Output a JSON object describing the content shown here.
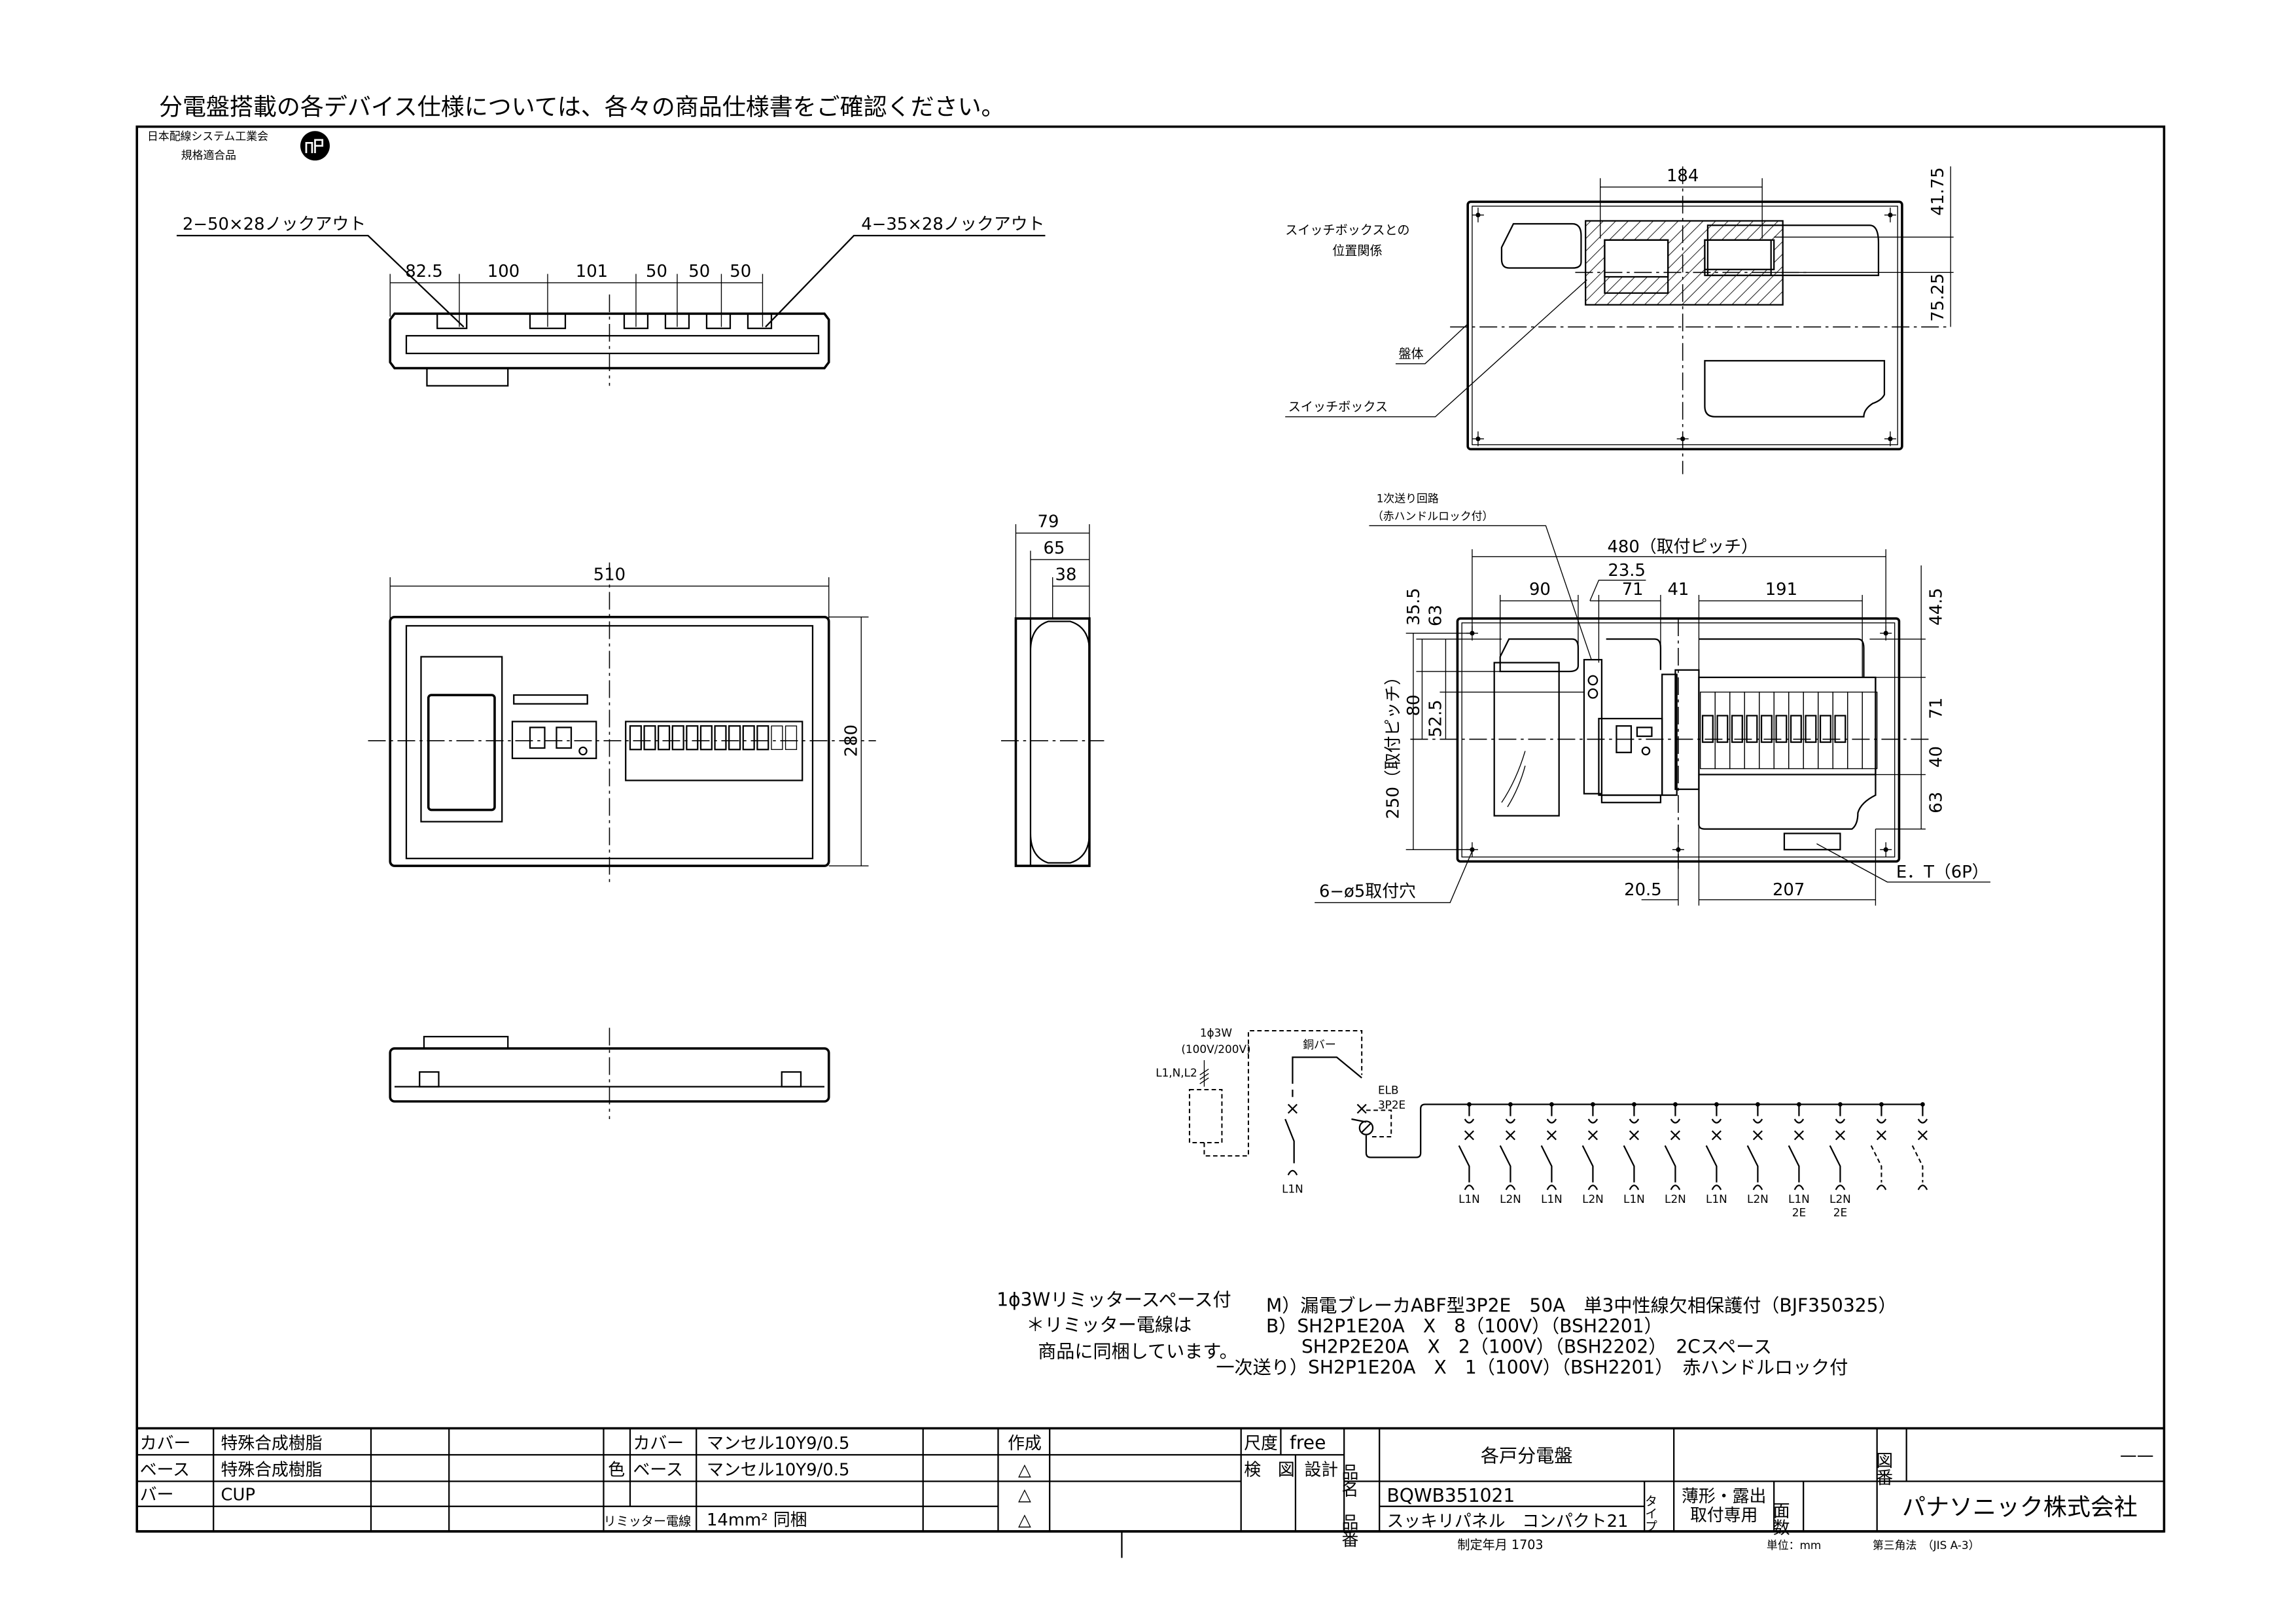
{
  "header_note": "分電盤搭載の各デバイス仕様については、各々の商品仕様書をご確認ください。",
  "logo": {
    "line1": "日本配線システム工業会",
    "line2": "規格適合品"
  },
  "top_view": {
    "knockout_left": "2−50×28ノックアウト",
    "knockout_right": "4−35×28ノックアウト",
    "dims": [
      "82.5",
      "100",
      "101",
      "50",
      "50",
      "50"
    ]
  },
  "front_view": {
    "width": "510",
    "height": "280"
  },
  "side_view": {
    "dims": [
      "79",
      "65",
      "38"
    ]
  },
  "switchbox_view": {
    "label_relation_1": "スイッチボックスとの",
    "label_relation_2": "位置関係",
    "label_body": "盤体",
    "label_switchbox": "スイッチボックス",
    "dim_width": "184",
    "dim_top": "41.75",
    "dim_mid": "75.25"
  },
  "internal_view": {
    "circuit_label_1": "1次送り回路",
    "circuit_label_2": "（赤ハンドルロック付）",
    "pitch_h": "480（取付ピッチ）",
    "dim_23_5": "23.5",
    "top_dims": [
      "90",
      "71",
      "41",
      "191"
    ],
    "left_dims": [
      "35.5",
      "63",
      "80",
      "52.5"
    ],
    "pitch_v": "250（取付ピッチ）",
    "right_dims": [
      "44.5",
      "71",
      "40",
      "63"
    ],
    "bottom_dims": [
      "20.5",
      "207"
    ],
    "holes": "6−ø5取付穴",
    "earth_terminal": "E．T（6P）"
  },
  "wiring": {
    "supply_1": "1ϕ3W",
    "supply_2": "(100V/200V)",
    "lines": "L1,N,L2",
    "copper_bar": "銅バー",
    "elb_1": "ELB",
    "elb_2": "3P2E",
    "first_circuit": "L1N",
    "branches": [
      {
        "label": "L1N",
        "sub": ""
      },
      {
        "label": "L2N",
        "sub": ""
      },
      {
        "label": "L1N",
        "sub": ""
      },
      {
        "label": "L2N",
        "sub": ""
      },
      {
        "label": "L1N",
        "sub": ""
      },
      {
        "label": "L2N",
        "sub": ""
      },
      {
        "label": "L1N",
        "sub": ""
      },
      {
        "label": "L2N",
        "sub": ""
      },
      {
        "label": "L1N",
        "sub": "2E"
      },
      {
        "label": "L2N",
        "sub": "2E"
      },
      {
        "label": "",
        "sub": "",
        "space": true
      },
      {
        "label": "",
        "sub": "",
        "space": true
      }
    ]
  },
  "notes": {
    "left": [
      "1ϕ3Wリミッタースペース付",
      "＊リミッター電線は",
      "商品に同梱しています。"
    ],
    "spec": [
      "M）漏電ブレーカABF型3P2E　50A　単3中性線欠相保護付（BJF350325）",
      "B）SH2P1E20A　X　8（100V）（BSH2201）",
      "SH2P2E20A　X　2（100V）（BSH2202）　2Cスペース",
      "一次送り）SH2P1E20A　X　1（100V）（BSH2201）　赤ハンドルロック付"
    ]
  },
  "title_block": {
    "materials": [
      {
        "part": "カバー",
        "material": "特殊合成樹脂"
      },
      {
        "part": "ベース",
        "material": "特殊合成樹脂"
      },
      {
        "part": "バー",
        "material": "CUP"
      }
    ],
    "color_label": "色",
    "colors": [
      {
        "part": "カバー",
        "value": "マンセル10Y9/0.5"
      },
      {
        "part": "ベース",
        "value": "マンセル10Y9/0.5"
      }
    ],
    "limiter_wire_label": "リミッター電線",
    "limiter_wire_value": "14mm² 同梱",
    "created_label": "作成",
    "revision_marks": [
      "△",
      "△",
      "△"
    ],
    "scale_label": "尺度",
    "scale_value": "free",
    "checked_label": "検　図",
    "designed_label": "設計",
    "product_name_label": "品名",
    "product_name": "各戸分電盤",
    "drawing_no_label": "図番",
    "drawing_no": "——",
    "product_no_label": "品番",
    "product_no": "BQWB351021",
    "series": "スッキリパネル　コンパクト21",
    "type_label": "タイプ",
    "type_value_1": "薄形・露出",
    "type_value_2": "取付専用",
    "faces_label": "面数",
    "company": "パナソニック株式会社",
    "established": "制定年月 1703",
    "unit": "単位：mm",
    "projection": "第三角法　（JIS A-3）"
  }
}
